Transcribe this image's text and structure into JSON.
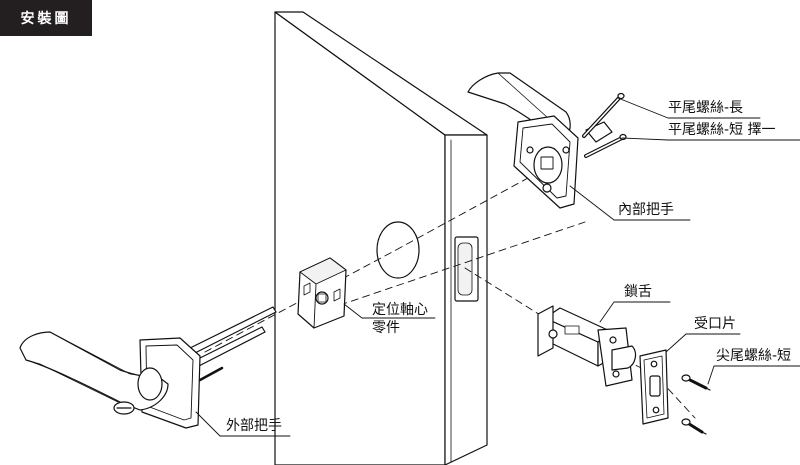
{
  "header": {
    "title": "安裝圖"
  },
  "labels": {
    "screw_long": "平尾螺絲-長",
    "screw_short": "平尾螺絲-短 擇一",
    "inner_handle": "內部把手",
    "spindle_line1": "定位軸心",
    "spindle_line2": "零件",
    "latch": "鎖舌",
    "strike_plate": "受口片",
    "pointed_screw": "尖尾螺絲-短",
    "outer_handle": "外部把手"
  },
  "colors": {
    "ink": "#231f20",
    "line": "#111111",
    "fill": "#ffffff",
    "shade": "#e6e6e6"
  }
}
